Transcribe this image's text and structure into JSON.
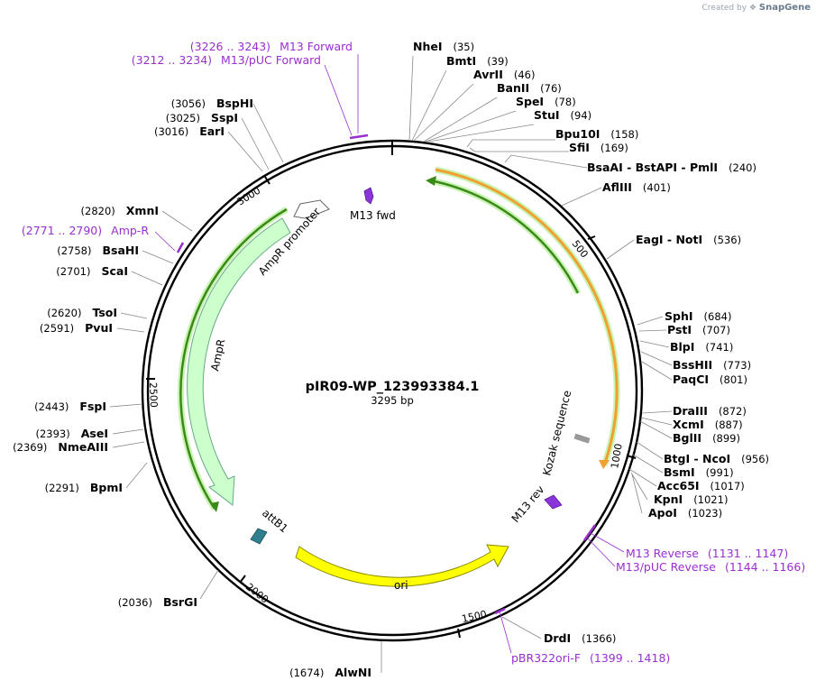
{
  "header": {
    "created_by": "Created by",
    "brand": "SnapGene"
  },
  "plasmid": {
    "name": "pIR09-WP_123993384.1",
    "length_label": "3295 bp",
    "length": 3295
  },
  "ticks": [
    {
      "bp": 500,
      "label": "500"
    },
    {
      "bp": 1000,
      "label": "1000"
    },
    {
      "bp": 1500,
      "label": "1500"
    },
    {
      "bp": 2000,
      "label": "2000"
    },
    {
      "bp": 2500,
      "label": "2500"
    },
    {
      "bp": 3000,
      "label": "3000"
    }
  ],
  "sites": [
    {
      "name": "NheI",
      "pos": "(35)",
      "bp": 35
    },
    {
      "name": "BmtI",
      "pos": "(39)",
      "bp": 39
    },
    {
      "name": "AvrII",
      "pos": "(46)",
      "bp": 46
    },
    {
      "name": "BanII",
      "pos": "(76)",
      "bp": 76
    },
    {
      "name": "SpeI",
      "pos": "(78)",
      "bp": 78
    },
    {
      "name": "StuI",
      "pos": "(94)",
      "bp": 94
    },
    {
      "name": "Bpu10I",
      "pos": "(158)",
      "bp": 158
    },
    {
      "name": "SfiI",
      "pos": "(169)",
      "bp": 169
    },
    {
      "name": "BsaAI  -  BstAPI  -  PmlI",
      "pos": "(240)",
      "bp": 240
    },
    {
      "name": "AflIII",
      "pos": "(401)",
      "bp": 401
    },
    {
      "name": "EagI  -  NotI",
      "pos": "(536)",
      "bp": 536
    },
    {
      "name": "SphI",
      "pos": "(684)",
      "bp": 684
    },
    {
      "name": "PstI",
      "pos": "(707)",
      "bp": 707
    },
    {
      "name": "BlpI",
      "pos": "(741)",
      "bp": 741
    },
    {
      "name": "BssHII",
      "pos": "(773)",
      "bp": 773
    },
    {
      "name": "PaqCI",
      "pos": "(801)",
      "bp": 801
    },
    {
      "name": "DraIII",
      "pos": "(872)",
      "bp": 872
    },
    {
      "name": "XcmI",
      "pos": "(887)",
      "bp": 887
    },
    {
      "name": "BglII",
      "pos": "(899)",
      "bp": 899
    },
    {
      "name": "BtgI  -  NcoI",
      "pos": "(956)",
      "bp": 956
    },
    {
      "name": "BsmI",
      "pos": "(991)",
      "bp": 991
    },
    {
      "name": "Acc65I",
      "pos": "(1017)",
      "bp": 1017
    },
    {
      "name": "KpnI",
      "pos": "(1021)",
      "bp": 1021
    },
    {
      "name": "ApoI",
      "pos": "(1023)",
      "bp": 1023
    },
    {
      "name": "DrdI",
      "pos": "(1366)",
      "bp": 1366
    },
    {
      "name": "AlwNI",
      "pos": "(1674)",
      "bp": 1674
    },
    {
      "name": "BsrGI",
      "pos": "(2036)",
      "bp": 2036
    },
    {
      "name": "BpmI",
      "pos": "(2291)",
      "bp": 2291
    },
    {
      "name": "NmeAIII",
      "pos": "(2369)",
      "bp": 2369
    },
    {
      "name": "AseI",
      "pos": "(2393)",
      "bp": 2393
    },
    {
      "name": "FspI",
      "pos": "(2443)",
      "bp": 2443
    },
    {
      "name": "PvuI",
      "pos": "(2591)",
      "bp": 2591
    },
    {
      "name": "TsoI",
      "pos": "(2620)",
      "bp": 2620
    },
    {
      "name": "ScaI",
      "pos": "(2701)",
      "bp": 2701
    },
    {
      "name": "BsaHI",
      "pos": "(2758)",
      "bp": 2758
    },
    {
      "name": "XmnI",
      "pos": "(2820)",
      "bp": 2820
    },
    {
      "name": "EarI",
      "pos": "(3016)",
      "bp": 3016
    },
    {
      "name": "SspI",
      "pos": "(3025)",
      "bp": 3025
    },
    {
      "name": "BspHI",
      "pos": "(3056)",
      "bp": 3056
    }
  ],
  "primers": [
    {
      "name": "M13 Forward",
      "range": "(3226 .. 3243)",
      "start": 3226,
      "end": 3243
    },
    {
      "name": "M13/pUC Forward",
      "range": "(3212 .. 3234)",
      "start": 3212,
      "end": 3234
    },
    {
      "name": "Amp-R",
      "range": "(2771 .. 2790)",
      "start": 2771,
      "end": 2790
    },
    {
      "name": "M13 Reverse",
      "range": "(1131 .. 1147)",
      "start": 1131,
      "end": 1147
    },
    {
      "name": "M13/pUC Reverse",
      "range": "(1144 .. 1166)",
      "start": 1144,
      "end": 1166
    },
    {
      "name": "pBR322ori-F",
      "range": "(1399 .. 1418)",
      "start": 1399,
      "end": 1418
    }
  ],
  "features": [
    {
      "name": "AmpR",
      "kind": "arrow"
    },
    {
      "name": "AmpR promoter",
      "kind": "arrow"
    },
    {
      "name": "ori",
      "kind": "arrow"
    },
    {
      "name": "M13 fwd",
      "kind": "small"
    },
    {
      "name": "M13 rev",
      "kind": "small"
    },
    {
      "name": "attB1",
      "kind": "small"
    },
    {
      "name": "Kozak sequence",
      "kind": "small"
    }
  ],
  "colors": {
    "primer": "#9a2fd0",
    "ampr_fill": "#ccffcc",
    "ori_fill": "#ffff00",
    "orange_track": "#f0a030",
    "green_track": "#3a8a1a",
    "small_feature": "#8a35d9",
    "attb1": "#2f7f8f",
    "kozak": "#999999"
  }
}
